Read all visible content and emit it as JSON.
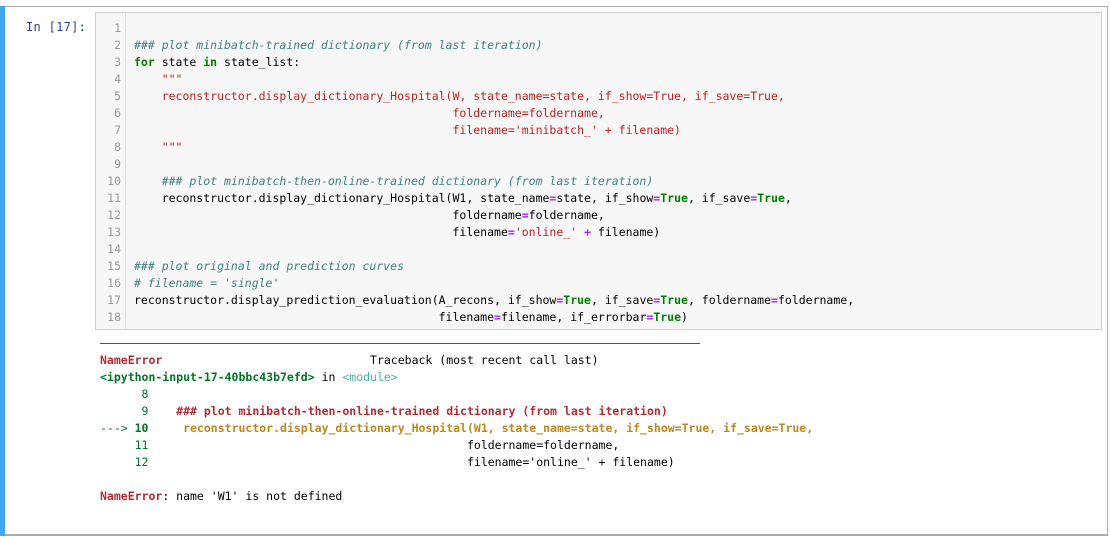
{
  "cell": {
    "prompt": "In  [17]:",
    "accent_color": "#42a5f5",
    "line_numbers": [
      "1",
      "2",
      "3",
      "4",
      "5",
      "6",
      "7",
      "8",
      "9",
      "10",
      "11",
      "12",
      "13",
      "14",
      "15",
      "16",
      "17",
      "18"
    ],
    "code": {
      "l1": "",
      "l2": "### plot minibatch-trained dictionary (from last iteration)",
      "l3_kw_for": "for",
      "l3_a": " state ",
      "l3_kw_in": "in",
      "l3_b": " state_list:",
      "l4": "    \"\"\"",
      "l5": "    reconstructor.display_dictionary_Hospital(W, state_name=state, if_show=True, if_save=True,",
      "l6": "                                              foldername=foldername,",
      "l7": "                                              filename='minibatch_' + filename)",
      "l8": "    \"\"\"",
      "l9": "",
      "l10_indent": "    ",
      "l10": "### plot minibatch-then-online-trained dictionary (from last iteration)",
      "l11_a": "    reconstructor.display_dictionary_Hospital(W1, state_name",
      "l11_eq1": "=",
      "l11_b": "state, if_show",
      "l11_eq2": "=",
      "l11_true1": "True",
      "l11_c": ", if_save",
      "l11_eq3": "=",
      "l11_true2": "True",
      "l11_d": ",",
      "l12_a": "                                              foldername",
      "l12_eq": "=",
      "l12_b": "foldername,",
      "l13_a": "                                              filename",
      "l13_eq": "=",
      "l13_str": "'online_'",
      "l13_b": " ",
      "l13_plus": "+",
      "l13_c": " filename)",
      "l14": "",
      "l15": "### plot original and prediction curves",
      "l16": "# filename = 'single'",
      "l17_a": "reconstructor.display_prediction_evaluation(A_recons, if_show",
      "l17_eq1": "=",
      "l17_true1": "True",
      "l17_b": ", if_save",
      "l17_eq2": "=",
      "l17_true2": "True",
      "l17_c": ", foldername",
      "l17_eq3": "=",
      "l17_d": "foldername,",
      "l18_a": "                                            filename",
      "l18_eq": "=",
      "l18_b": "filename, if_errorbar",
      "l18_eq2": "=",
      "l18_true": "True",
      "l18_c": ")"
    }
  },
  "output": {
    "error_type": "NameError",
    "traceback_header_pad": "                              ",
    "traceback_header": "Traceback (most recent call last)",
    "input_ref": "<ipython-input-17-40bbc43b7efd>",
    "in_text": " in ",
    "module": "<module>",
    "tb_lines": [
      {
        "prefix": "      ",
        "num": "8",
        "code": ""
      },
      {
        "prefix": "      ",
        "num": "9",
        "code": "    ### plot minibatch-then-online-trained dictionary (from last iteration)"
      },
      {
        "prefix": "---> ",
        "num": "10",
        "code": "     reconstructor.display_dictionary_Hospital(W1, state_name=state, if_show=True, if_save=True,"
      },
      {
        "prefix": "     ",
        "num": "11",
        "code": "                                              foldername=foldername,"
      },
      {
        "prefix": "     ",
        "num": "12",
        "code": "                                              filename='online_' + filename)"
      }
    ],
    "final_error_type": "NameError",
    "final_message": ": name 'W1' is not defined"
  }
}
